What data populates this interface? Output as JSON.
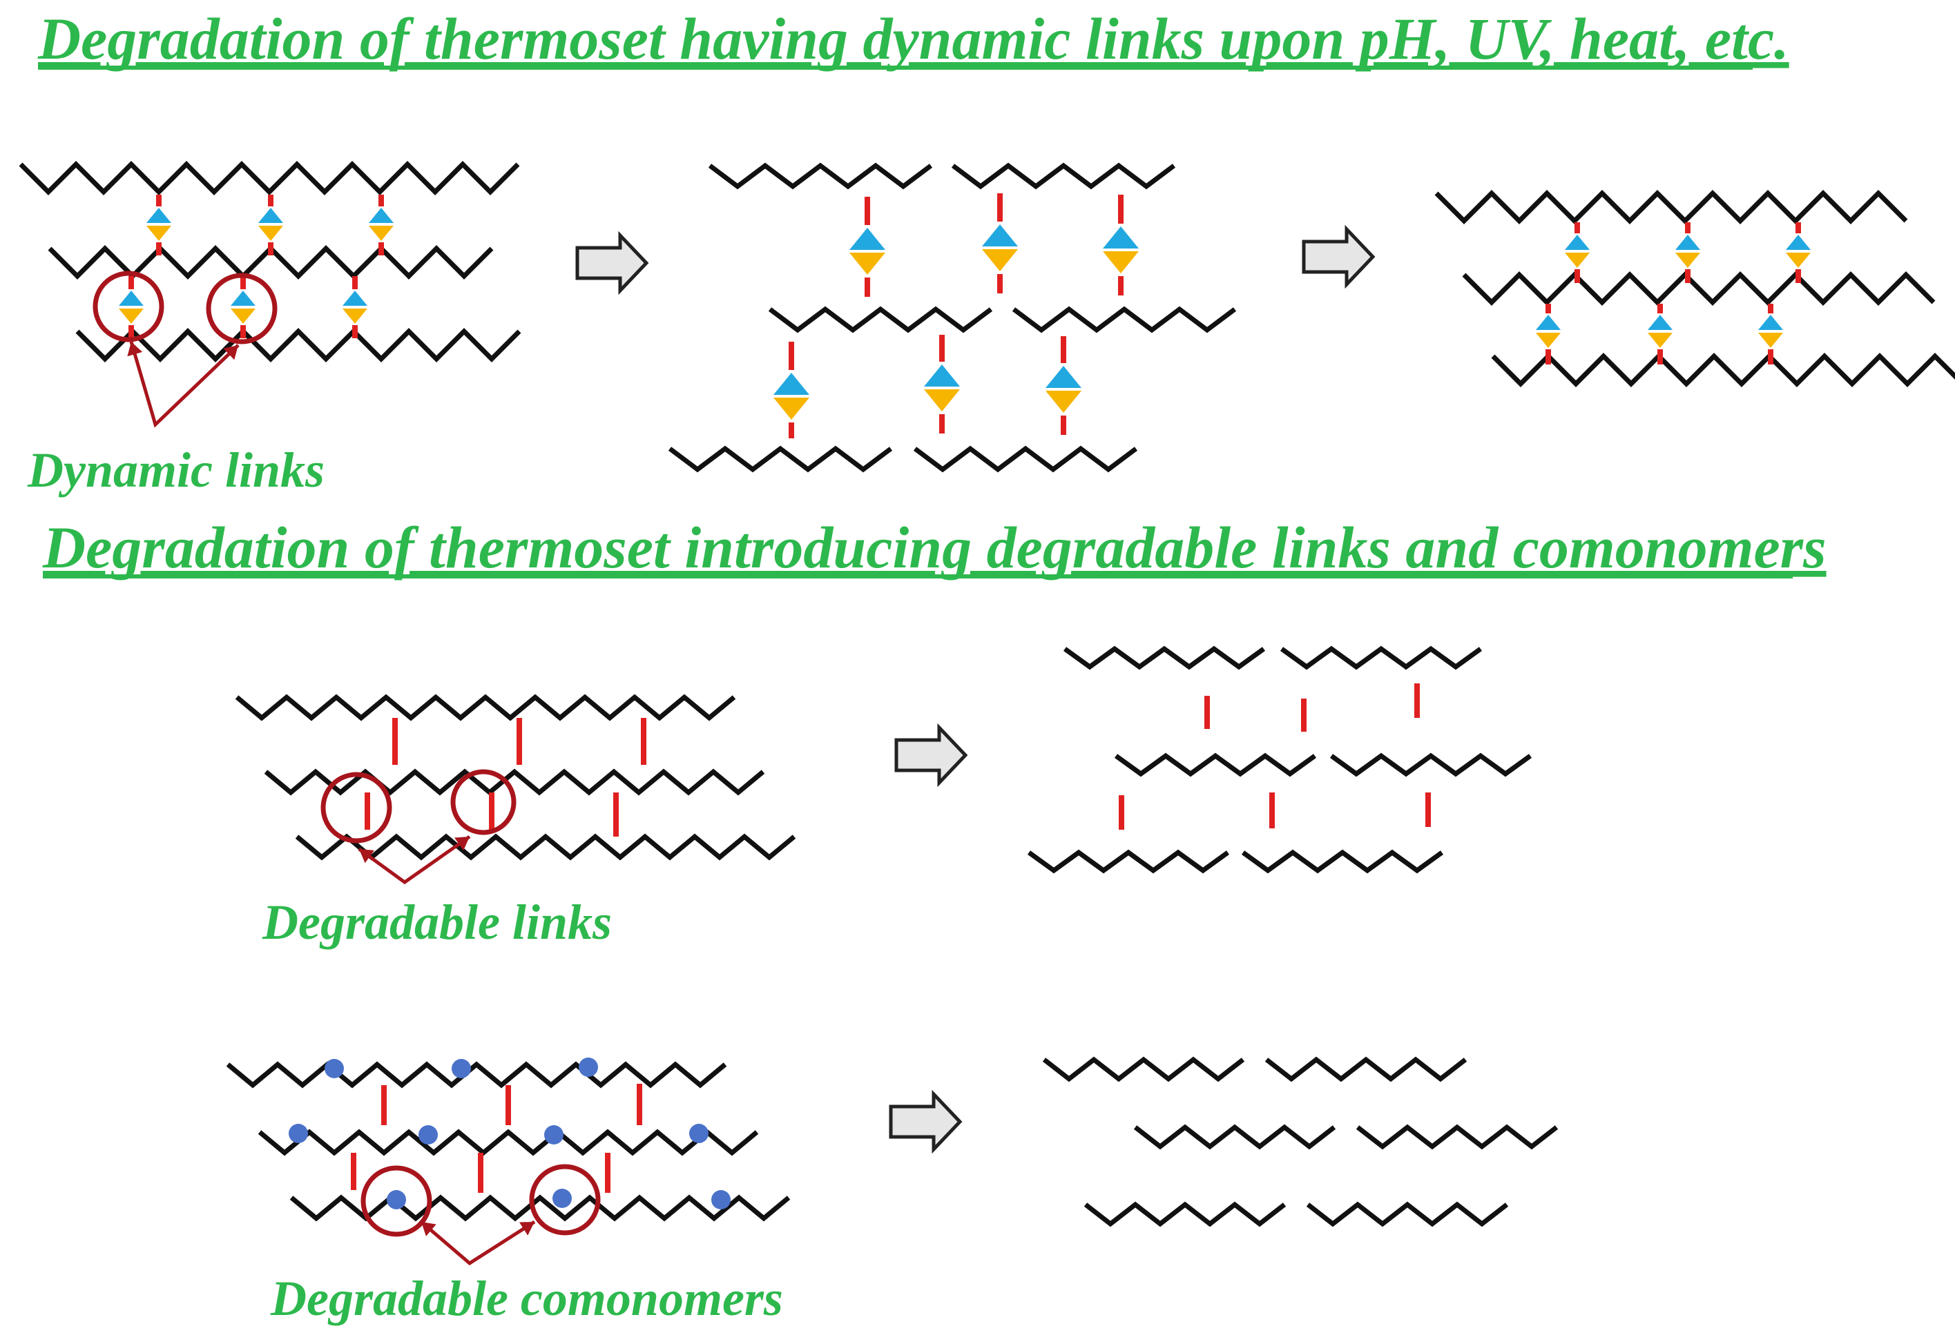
{
  "section1": {
    "title": "Degradation of thermoset having dynamic links upon pH, UV, heat, etc.",
    "label": "Dynamic links"
  },
  "section2": {
    "title": "Degradation of thermoset introducing degradable links and comonomers",
    "label_links": "Degradable links",
    "label_comonomers": "Degradable comonomers"
  },
  "colors": {
    "title_green": "#2db84d",
    "chain": "#111111",
    "link_red": "#e02020",
    "circle_red": "#a8151c",
    "dynamic_top": "#22a8e0",
    "dynamic_bottom": "#f7b500",
    "comonomer_dot": "#4a72c9"
  }
}
